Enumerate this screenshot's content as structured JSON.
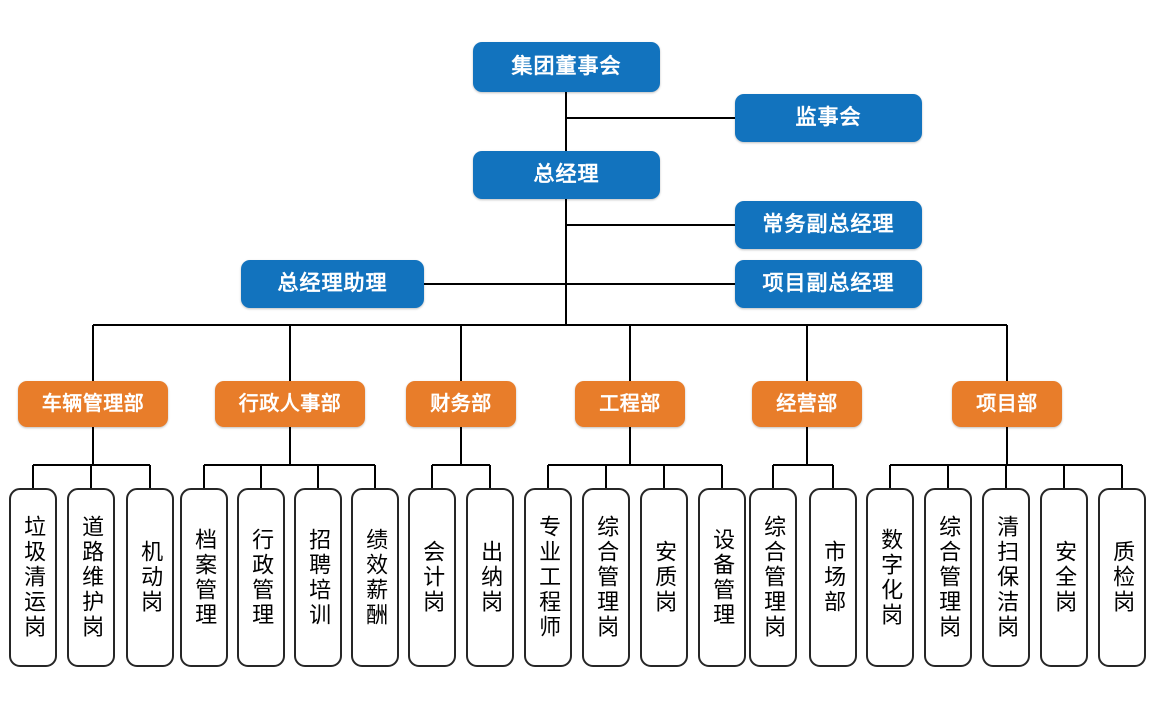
{
  "chart": {
    "type": "org-chart",
    "title": "",
    "palette": {
      "blue": "#1273be",
      "orange": "#e87d2a",
      "leaf_border": "#262626",
      "leaf_fill": "#ffffff",
      "connector": "#000000",
      "background": "#ffffff"
    }
  },
  "top": {
    "board": "集团董事会",
    "supervisors": "监事会",
    "general_manager": "总经理",
    "exec_vp": "常务副总经理",
    "project_vp": "项目副总经理",
    "gm_assistant": "总经理助理"
  },
  "departments": [
    {
      "name": "车辆管理部",
      "positions": [
        "垃圾清运岗",
        "道路维护岗",
        "机动岗"
      ]
    },
    {
      "name": "行政人事部",
      "positions": [
        "档案管理",
        "行政管理",
        "招聘培训",
        "绩效薪酬"
      ]
    },
    {
      "name": "财务部",
      "positions": [
        "会计岗",
        "出纳岗"
      ]
    },
    {
      "name": "工程部",
      "positions": [
        "专业工程师",
        "综合管理岗",
        "安质岗",
        "设备管理"
      ]
    },
    {
      "name": "经营部",
      "positions": [
        "综合管理岗",
        "市场部"
      ]
    },
    {
      "name": "项目部",
      "positions": [
        "数字化岗",
        "综合管理岗",
        "清扫保洁岗",
        "安全岗",
        "质检岗"
      ]
    }
  ],
  "leaves_flat": [
    "垃圾清运岗",
    "道路维护岗",
    "机动岗",
    "档案管理",
    "行政管理",
    "招聘培训",
    "绩效薪酬",
    "会计岗",
    "出纳岗",
    "专业工程师",
    "综合管理岗",
    "安质岗",
    "设备管理",
    "综合管理岗",
    "市场部",
    "数字化岗",
    "综合管理岗",
    "清扫保洁岗",
    "安全岗",
    "质检岗"
  ]
}
